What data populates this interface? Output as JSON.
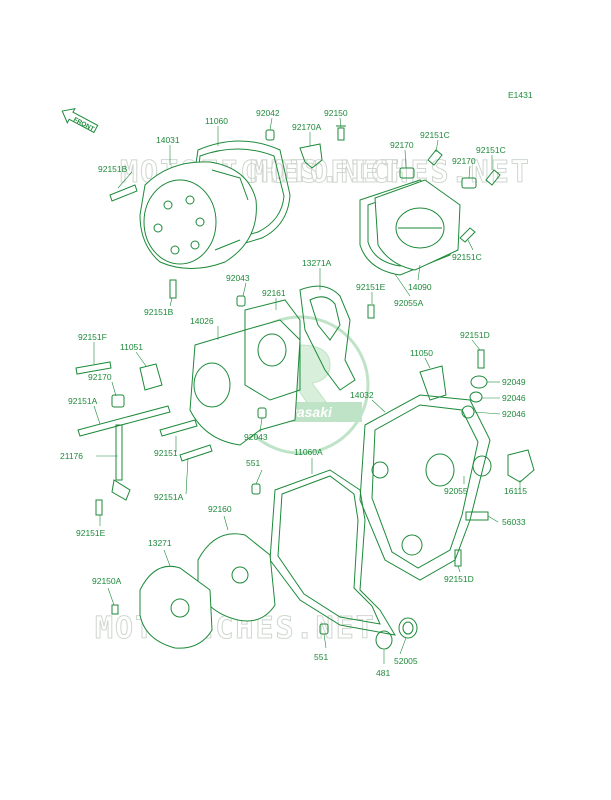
{
  "diagram_code": "E1431",
  "front_label": "FRONT",
  "watermarks": [
    "MOTOFICHES.NET",
    "MOTOFICHES.NET",
    "MOTOFICHES.NET"
  ],
  "brand_logo": "Kawasaki",
  "colors": {
    "line": "#1d8a3a",
    "watermark": "#cfd6cf",
    "logo": "#bfe3c6"
  },
  "part_labels": [
    "92042",
    "11060",
    "14031",
    "92150",
    "92170A",
    "92151B",
    "92170",
    "92151C",
    "92151C",
    "92170",
    "92151C",
    "14090",
    "92055A",
    "92151E",
    "13271A",
    "92043",
    "92161",
    "92151B",
    "14026",
    "92151F",
    "11051",
    "92170",
    "92151A",
    "21176",
    "92043",
    "92151",
    "92151A",
    "92151E",
    "11050",
    "92151D",
    "14032",
    "92049",
    "92046",
    "92046",
    "551",
    "11060A",
    "92055",
    "16115",
    "56033",
    "92160",
    "13271",
    "92150A",
    "92151D",
    "551",
    "52005",
    "481"
  ]
}
